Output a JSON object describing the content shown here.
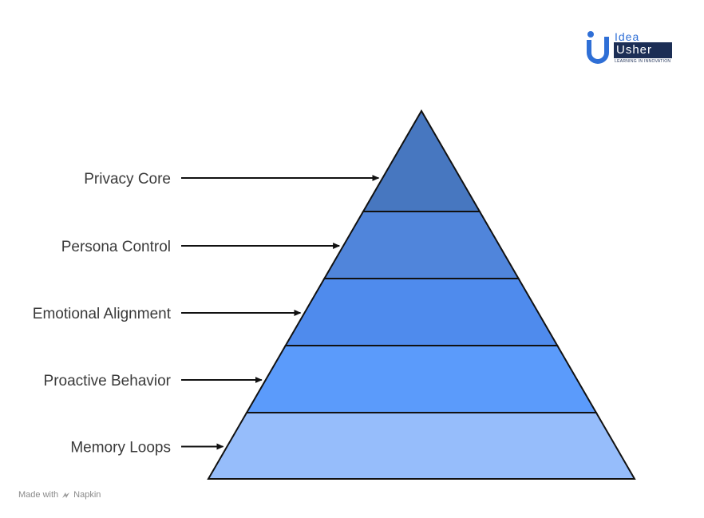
{
  "logo": {
    "word1": "Idea",
    "word2": "Usher",
    "tagline": "LEARNING IN INNOVATION",
    "primary_color": "#2f6fd6",
    "dark_color": "#1c2e55"
  },
  "pyramid": {
    "layers": [
      {
        "label": "Privacy Core",
        "color": "#4777c0"
      },
      {
        "label": "Persona Control",
        "color": "#5085db"
      },
      {
        "label": "Emotional Alignment",
        "color": "#4f8bed"
      },
      {
        "label": "Proactive Behavior",
        "color": "#5b9bfb"
      },
      {
        "label": "Memory Loops",
        "color": "#96bdfb"
      }
    ]
  },
  "footer": {
    "made_with": "Made with",
    "brand": "Napkin"
  }
}
